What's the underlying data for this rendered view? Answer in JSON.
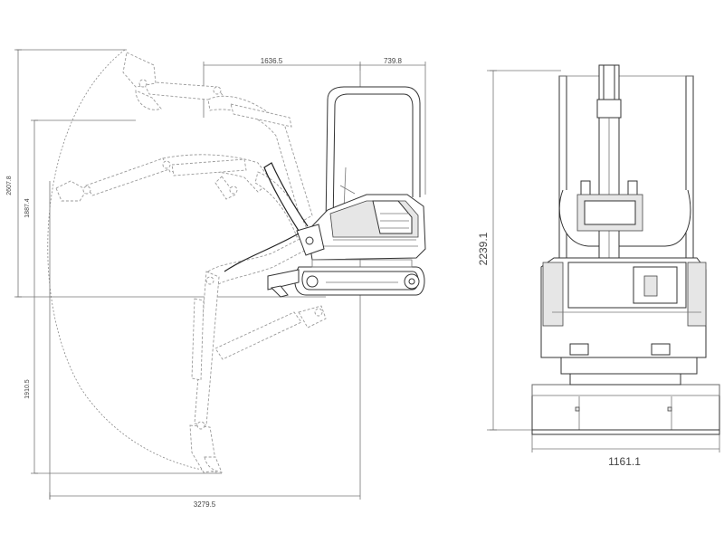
{
  "dimensions": {
    "reach_width": "1636.5",
    "tail_width": "739.8",
    "dump_height": "2607.8",
    "lower_height": "1887.4",
    "dig_depth": "1910.5",
    "max_reach": "3279.5",
    "overall_height": "2239.1",
    "track_width": "1161.1"
  }
}
